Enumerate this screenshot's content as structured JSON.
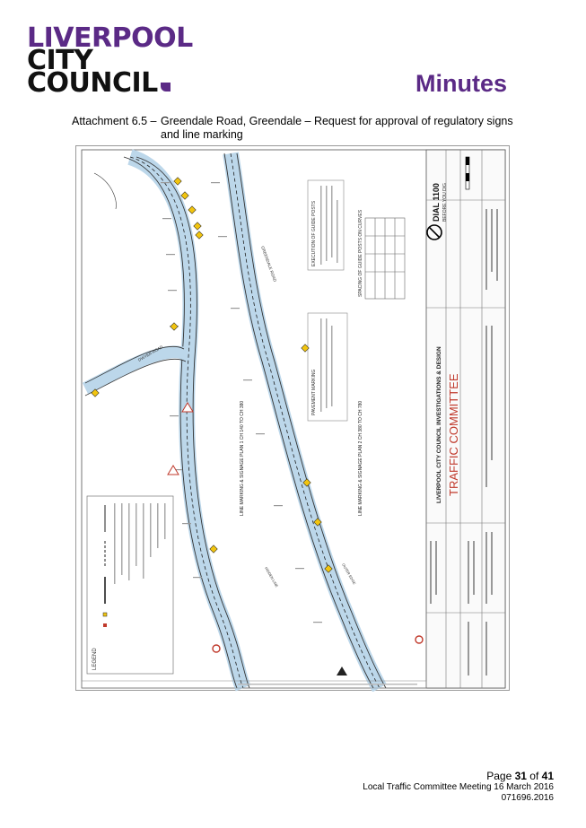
{
  "header": {
    "logo": {
      "line1": "LIVERPOOL",
      "line2": "CITY",
      "line3": "COUNCIL"
    },
    "title": "Minutes"
  },
  "attachment": {
    "label": "Attachment 6.5 –",
    "text": "Greendale Road, Greendale – Request for approval of regulatory signs and line marking"
  },
  "plan": {
    "council_name": "LIVERPOOL CITY COUNCIL INVESTIGATIONS & DESIGN",
    "committee_label": "TRAFFIC COMMITTEE",
    "dial_label": "DIAL 1100",
    "dial_sub": "BEFORE YOU DIG",
    "legend_title": "LEGEND",
    "plan_title_1": "LINE MARKING & SIGNAGE PLAN 1 CH 140 TO CH 380",
    "plan_title_2": "LINE MARKING & SIGNAGE PLAN 2 CH 380 TO CH 780",
    "table_title": "SPACING OF GUIDE POSTS ON CURVES",
    "notes_title": "EXECUTION OF GUIDE POSTS",
    "pavement_title": "PAVEMENT MARKING",
    "road_label_1": "GREENDALE ROAD",
    "road_label_2": "DWYER ROAD",
    "road_label_3": "HIDDEN LINE",
    "road_label_4": "OUTER EDGE"
  },
  "footer": {
    "page_prefix": "Page ",
    "page_num": "31",
    "page_of": " of ",
    "page_total": "41",
    "meeting": "Local Traffic Committee Meeting 16 March 2016",
    "ref": "071696.2016"
  }
}
